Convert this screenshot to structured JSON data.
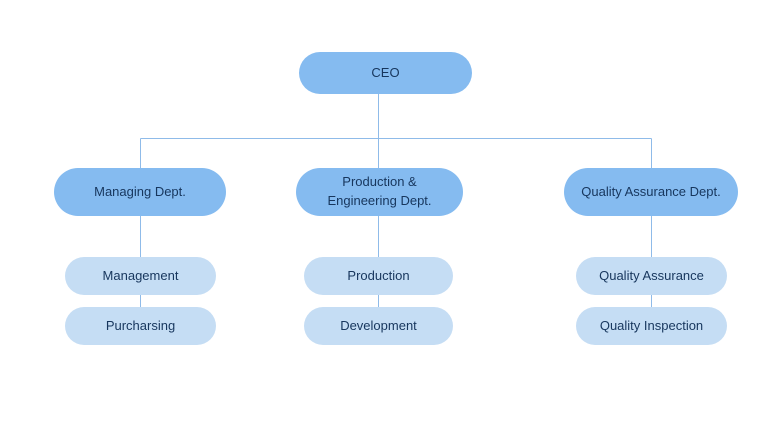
{
  "diagram": {
    "type": "org-chart",
    "root": {
      "label": "CEO"
    },
    "columns": [
      {
        "dept": {
          "label": "Managing Dept."
        },
        "children": [
          {
            "label": "Management"
          },
          {
            "label": "Purcharsing"
          }
        ]
      },
      {
        "dept": {
          "label": "Production & Engineering Dept."
        },
        "children": [
          {
            "label": "Production"
          },
          {
            "label": "Development"
          }
        ]
      },
      {
        "dept": {
          "label": "Quality Assurance Dept."
        },
        "children": [
          {
            "label": "Quality Assurance"
          },
          {
            "label": "Quality Inspection"
          }
        ]
      }
    ],
    "colors": {
      "level1_fill": "#85BBF0",
      "level2_fill": "#85BBF0",
      "level3_fill": "#C5DDF4",
      "connector_line": "#8FBBE9",
      "text": "#17365D",
      "background": "#FFFFFF"
    }
  }
}
